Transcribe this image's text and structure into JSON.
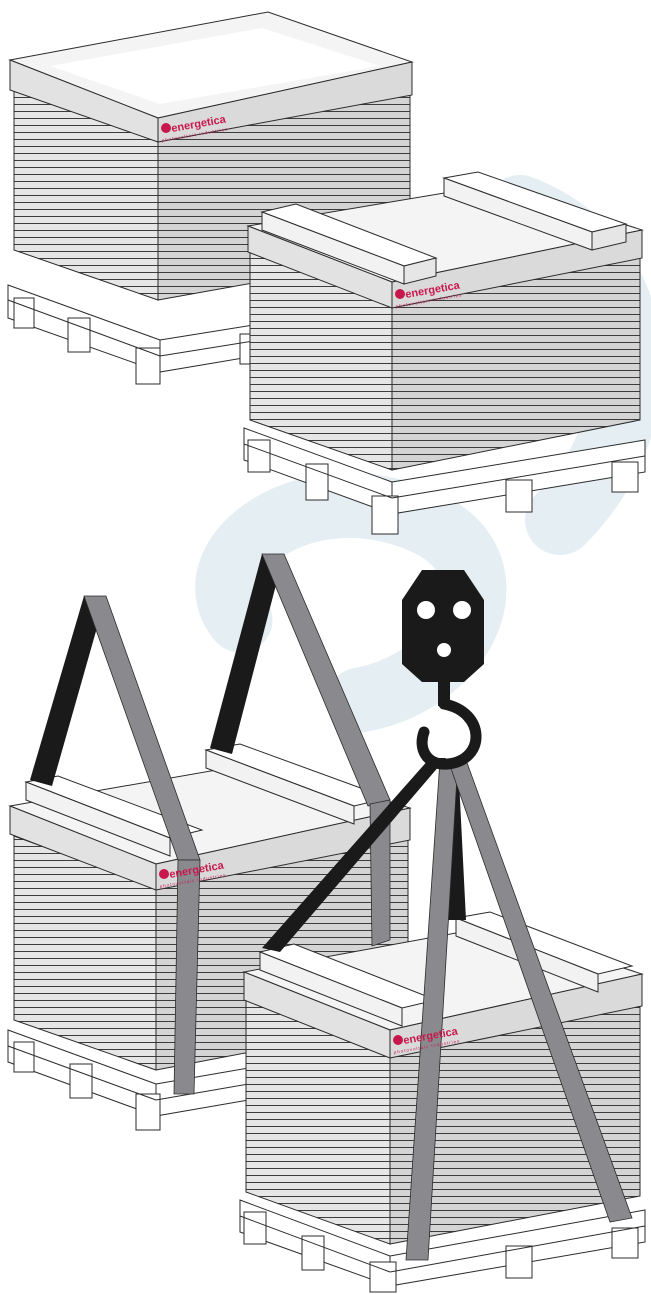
{
  "brand": {
    "name": "energetica",
    "tagline": "photovoltaic industries",
    "color": "#c8174d"
  },
  "colors": {
    "pallet_top": "#f0f0f0",
    "pallet_side": "#d9d9d9",
    "strap_grey": "#8a8a8e",
    "strap_black": "#1a1a1a",
    "hook": "#1a1a1a",
    "watermark": "#d8e8ef"
  },
  "pallets": [
    {
      "id": "stack-1",
      "has_battens": false,
      "lifted": false
    },
    {
      "id": "stack-2",
      "has_battens": true,
      "lifted": false
    },
    {
      "id": "stack-3",
      "has_battens": true,
      "lifted": false
    },
    {
      "id": "stack-4",
      "has_battens": true,
      "lifted": true
    }
  ]
}
